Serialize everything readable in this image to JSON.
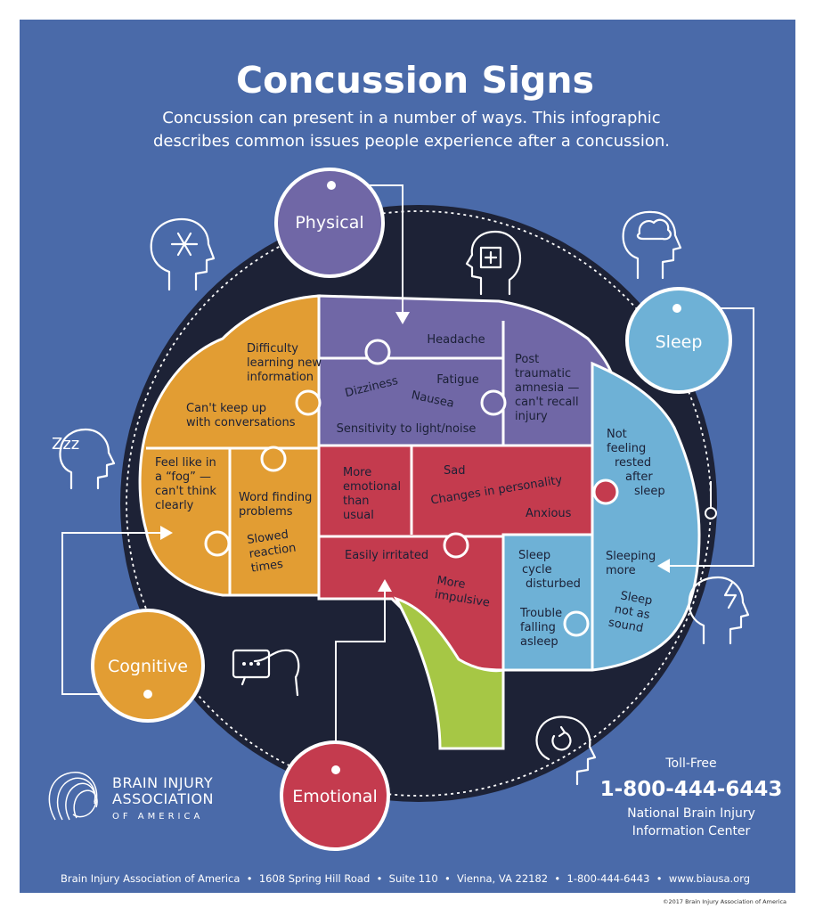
{
  "title": "Concussion Signs",
  "subtitle_line1": "Concussion can present in a number of ways. This infographic",
  "subtitle_line2": "describes common issues people experience after a concussion.",
  "colors": {
    "background": "#4a6aa9",
    "dark": "#1d2236",
    "physical": "#7067a6",
    "sleep": "#6eb1d6",
    "cognitive": "#e29d33",
    "emotional": "#c43b4e",
    "stem": "#a6c745"
  },
  "categories": {
    "physical": "Physical",
    "sleep": "Sleep",
    "cognitive": "Cognitive",
    "emotional": "Emotional"
  },
  "physical": {
    "headache": "Headache",
    "dizziness": "Dizziness",
    "fatigue": "Fatigue",
    "nausea": "Nausea",
    "sensitivity": "Sensitivity to light/noise",
    "amnesia": [
      "Post",
      "traumatic",
      "amnesia —",
      "can't recall",
      "injury"
    ]
  },
  "cognitive": {
    "difficulty": [
      "Difficulty",
      "learning new",
      "information"
    ],
    "keepup": [
      "Can't keep up",
      "with conversations"
    ],
    "fog": [
      "Feel like in",
      "a “fog” —",
      "can't think",
      "clearly"
    ],
    "wordfinding": [
      "Word finding",
      "problems"
    ],
    "slowed": [
      "Slowed",
      "reaction",
      "times"
    ]
  },
  "emotional": {
    "more_emotional": [
      "More",
      "emotional",
      "than",
      "usual"
    ],
    "sad": "Sad",
    "personality": "Changes in personality",
    "anxious": "Anxious",
    "irritated": "Easily irritated",
    "impulsive": [
      "More",
      "impulsive"
    ]
  },
  "sleep": {
    "not_rested": [
      "Not",
      "feeling",
      "rested",
      "after",
      "sleep"
    ],
    "cycle": [
      "Sleep",
      "cycle",
      "disturbed"
    ],
    "trouble": [
      "Trouble",
      "falling",
      "asleep"
    ],
    "more": [
      "Sleeping",
      "more"
    ],
    "not_sound": [
      "Sleep",
      "not as",
      "sound"
    ]
  },
  "icons": {
    "zzz_text": "Zzz",
    "names": [
      "head-snowflake-icon",
      "head-firstaid-icon",
      "head-brain-icon",
      "zzz-icon",
      "head-lightning-icon",
      "chat-bubbles-icon",
      "head-refresh-icon"
    ]
  },
  "logo": {
    "line1": "Brain Injury",
    "line2": "Association",
    "line3": "of America"
  },
  "contact": {
    "tollfree": "Toll-Free",
    "phone": "1-800-444-6443",
    "center_line1": "National Brain Injury",
    "center_line2": "Information Center"
  },
  "footer": {
    "text": "Brain Injury Association of America  •  1608 Spring Hill Road  •  Suite 110  •  Vienna, VA 22182  •  1-800-444-6443  •  www.biausa.org",
    "copyright": "©2017 Brain Injury Association of America"
  }
}
